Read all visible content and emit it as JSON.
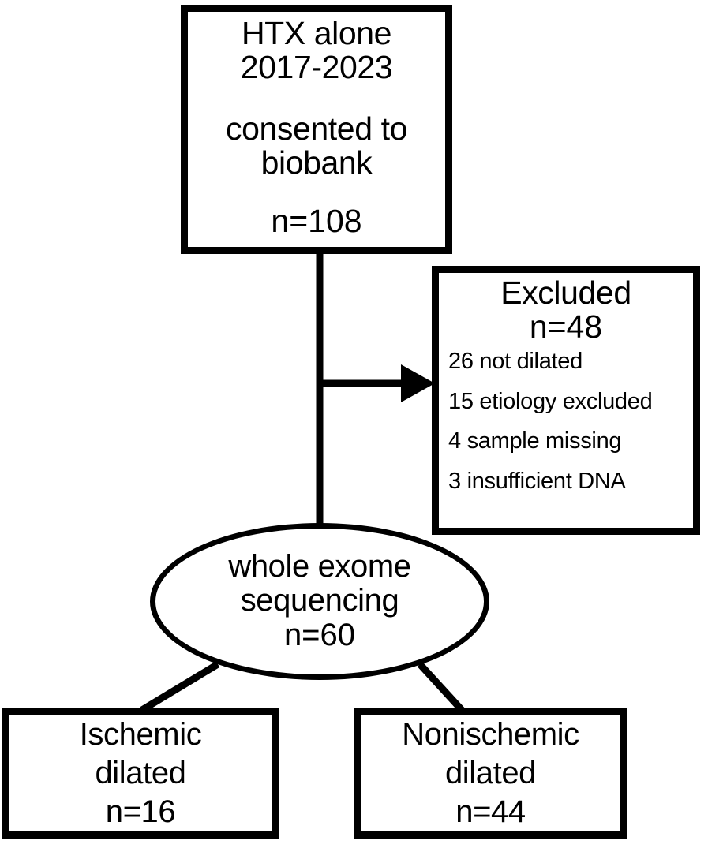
{
  "diagram": {
    "type": "study-flow-diagram",
    "colors": {
      "stroke": "#000000",
      "fill": "#ffffff",
      "text": "#000000"
    },
    "nodes": {
      "cohort": {
        "shape": "rectangle",
        "title_line_1": "HTX alone",
        "title_line_2": "2017-2023",
        "body_line_1": "consented to",
        "body_line_2": "biobank",
        "count": "n=108"
      },
      "excluded": {
        "shape": "rectangle",
        "title": "Excluded",
        "count": "n=48",
        "reasons": [
          "26 not dilated",
          "15 etiology excluded",
          "4 sample missing",
          "3 insufficient DNA"
        ]
      },
      "sequencing": {
        "shape": "ellipse",
        "body_line_1": "whole exome",
        "body_line_2": "sequencing",
        "count": "n=60"
      },
      "ischemic": {
        "shape": "rectangle",
        "line_1": "Ischemic",
        "line_2": "dilated",
        "count": "n=16"
      },
      "nonischemic": {
        "shape": "rectangle",
        "line_1": "Nonischemic",
        "line_2": "dilated",
        "count": "n=44"
      }
    },
    "connectors": [
      {
        "name": "cohort-to-sequencing",
        "style": "straight-line",
        "arrowhead": false
      },
      {
        "name": "cohort-to-excluded",
        "style": "elbow-line",
        "arrowhead": true
      },
      {
        "name": "sequencing-to-ischemic",
        "style": "diagonal-line",
        "arrowhead": false
      },
      {
        "name": "sequencing-to-nonischemic",
        "style": "diagonal-line",
        "arrowhead": false
      }
    ]
  }
}
